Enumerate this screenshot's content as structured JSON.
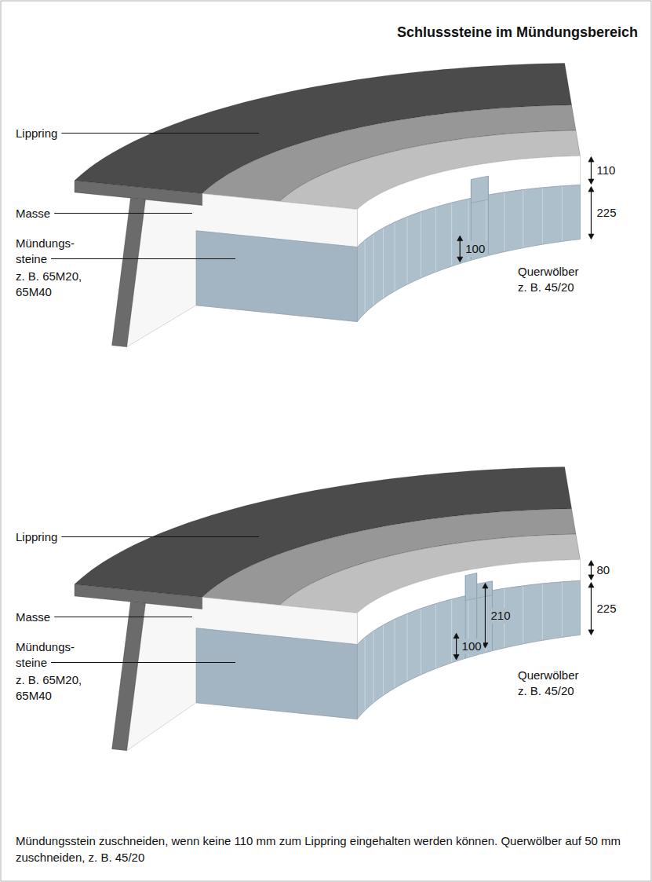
{
  "diagram": {
    "title": "Schlusssteine im Mündungsbereich",
    "labels": [
      "Lippring",
      "Masse",
      "Mündungs- steine",
      "z. B. 65M20, 65M40",
      "Querwölber z. B. 45/20",
      "110",
      "225",
      "100",
      "Lippring",
      "Masse",
      "Mündungs- steine",
      "z. B. 65M20, 65M40",
      "Querwölber z. B. 45/20",
      "80",
      "210",
      "225",
      "100"
    ],
    "caption": "Mündungsstein zuschneiden, wenn keine 110 mm zum Lippring eingehalten werden können. Querwölber auf 50 mm zuschneiden, z. B. 45/20"
  }
}
